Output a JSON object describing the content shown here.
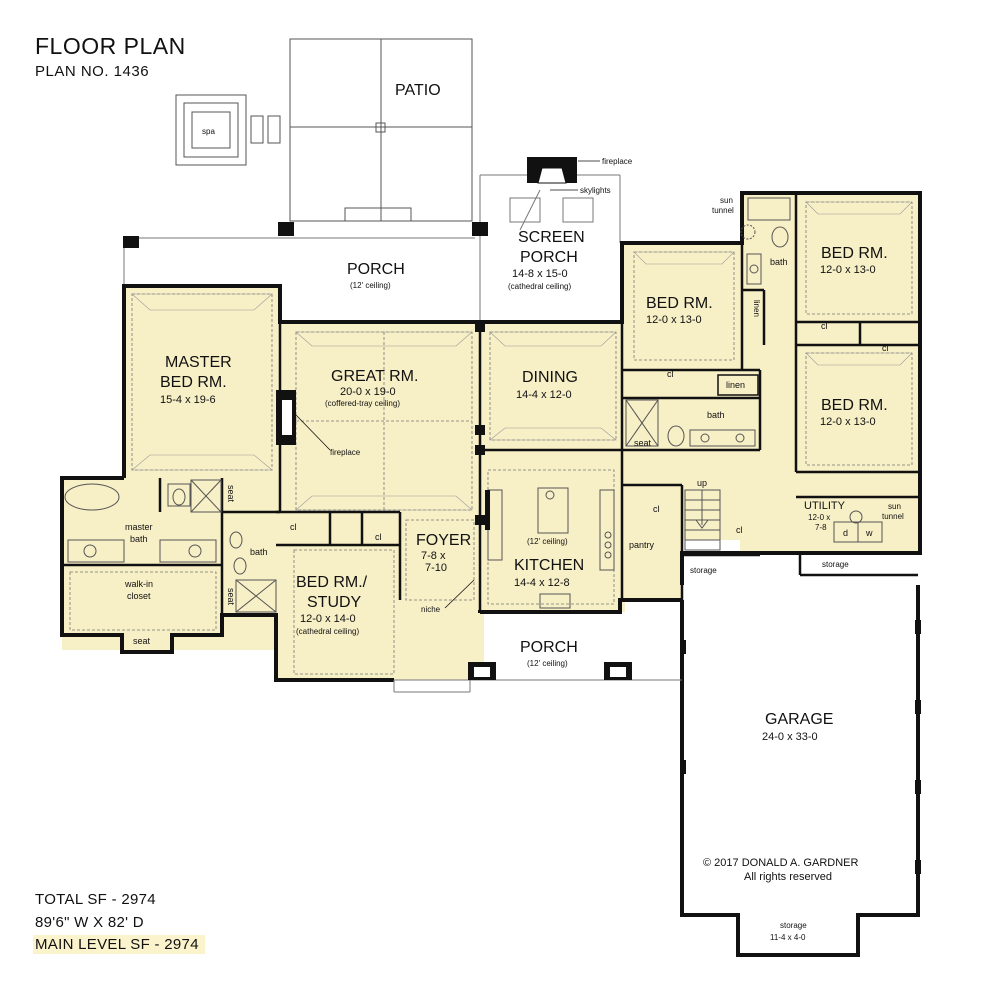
{
  "header": {
    "title": "FLOOR PLAN",
    "plan_no": "PLAN NO. 1436"
  },
  "stats": {
    "total_sf": "TOTAL SF - 2974",
    "dimensions": "89'6\" W X 82' D",
    "main_level": "MAIN LEVEL SF - 2974"
  },
  "rooms": {
    "patio": "PATIO",
    "spa": "spa",
    "porch_rear": "PORCH",
    "porch_rear_dim": "(12' ceiling)",
    "screen_porch_1": "SCREEN",
    "screen_porch_2": "PORCH",
    "screen_porch_dim": "14-8 x 15-0",
    "screen_porch_ceiling": "(cathedral ceiling)",
    "fireplace_top": "fireplace",
    "skylights": "skylights",
    "master_1": "MASTER",
    "master_2": "BED RM.",
    "master_dim": "15-4 x 19-6",
    "great_room": "GREAT RM.",
    "great_dim": "20-0 x 19-0",
    "great_ceiling": "(coffered-tray ceiling)",
    "fireplace_great": "fireplace",
    "dining": "DINING",
    "dining_dim": "14-4 x 12-0",
    "bed2": "BED RM.",
    "bed2_dim": "12-0 x 13-0",
    "bed3": "BED RM.",
    "bed3_dim": "12-0 x 13-0",
    "bed4": "BED RM.",
    "bed4_dim": "12-0 x 13-0",
    "sun_tunnel_top_1": "sun",
    "sun_tunnel_top_2": "tunnel",
    "bath_hall": "bath",
    "bath_right": "bath",
    "linen_vert": "linen",
    "linen_hall": "linen",
    "cl_bed3": "cl",
    "cl_bed4": "cl",
    "cl_bed2": "cl",
    "seat_bath": "seat",
    "master_bath_1": "master",
    "master_bath_2": "bath",
    "walk_in_1": "walk-in",
    "walk_in_2": "closet",
    "seat_closet": "seat",
    "seat_shower": "seat",
    "seat_side": "seat",
    "bath_study": "bath",
    "study_1": "BED RM./",
    "study_2": "STUDY",
    "study_dim": "12-0 x 14-0",
    "study_ceiling": "(cathedral ceiling)",
    "cl_study_l": "cl",
    "cl_study_r": "cl",
    "foyer": "FOYER",
    "foyer_dim_1": "7-8 x",
    "foyer_dim_2": "7-10",
    "niche": "niche",
    "kitchen_ceiling": "(12' ceiling)",
    "kitchen": "KITCHEN",
    "kitchen_dim": "14-4 x 12-8",
    "pantry": "pantry",
    "up": "up",
    "cl_stair": "cl",
    "cl_hall": "cl",
    "storage_left": "storage",
    "utility": "UTILITY",
    "utility_dim_1": "12-0 x",
    "utility_dim_2": "7-8",
    "washer_d": "d",
    "washer_w": "w",
    "sun_tunnel_util_1": "sun",
    "sun_tunnel_util_2": "tunnel",
    "storage_right": "storage",
    "porch_front": "PORCH",
    "porch_front_dim": "(12' ceiling)",
    "garage": "GARAGE",
    "garage_dim": "24-0 x 33-0",
    "copyright_1": "© 2017 DONALD A. GARDNER",
    "copyright_2": "All rights reserved",
    "storage_garage": "storage",
    "storage_garage_dim": "11-4 x 4-0"
  },
  "colors": {
    "floor": "#f7efc6",
    "wall": "#111111",
    "background": "#ffffff",
    "highlight": "#fbf3cc"
  }
}
